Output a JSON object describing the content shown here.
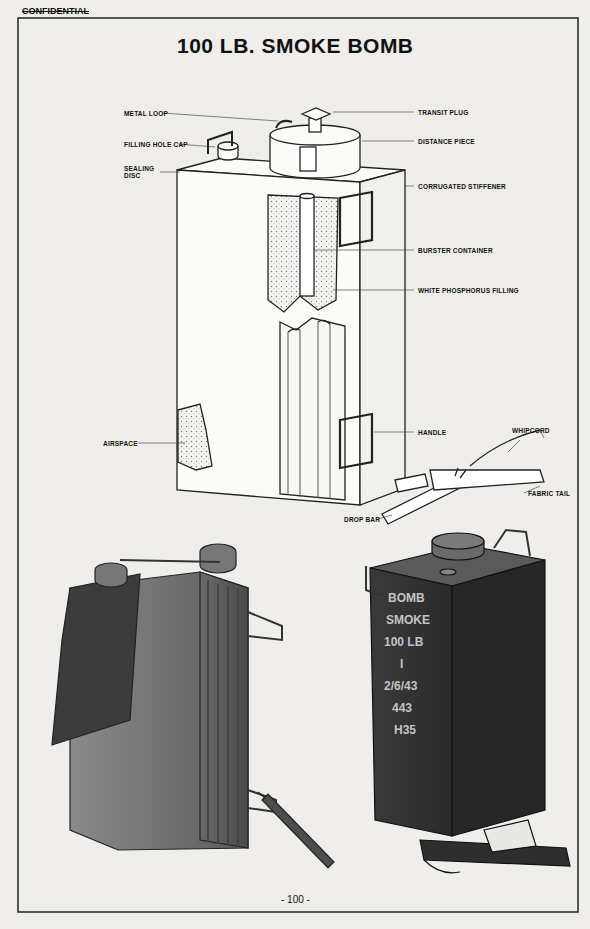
{
  "diagram": {
    "title": "100 LB. SMOKE BOMB",
    "labels": [
      "CONFIDENTIAL",
      "METAL LOOP",
      "FILLING HOLE CAP",
      "SEALING DISC",
      "AIRSPACE",
      "TRANSIT PLUG",
      "DISTANCE PIECE",
      "CORRUGATED STIFFENER",
      "BURSTER CONTAINER",
      "WHITE PHOSPHORUS FILLING",
      "HANDLE",
      "WHIPCORD",
      "FABRIC TAIL",
      "DROP BAR",
      "BOMB",
      "SMOKE",
      "100 LB",
      "I",
      "2/6/43",
      "443",
      "H35",
      "- 100 -"
    ]
  }
}
